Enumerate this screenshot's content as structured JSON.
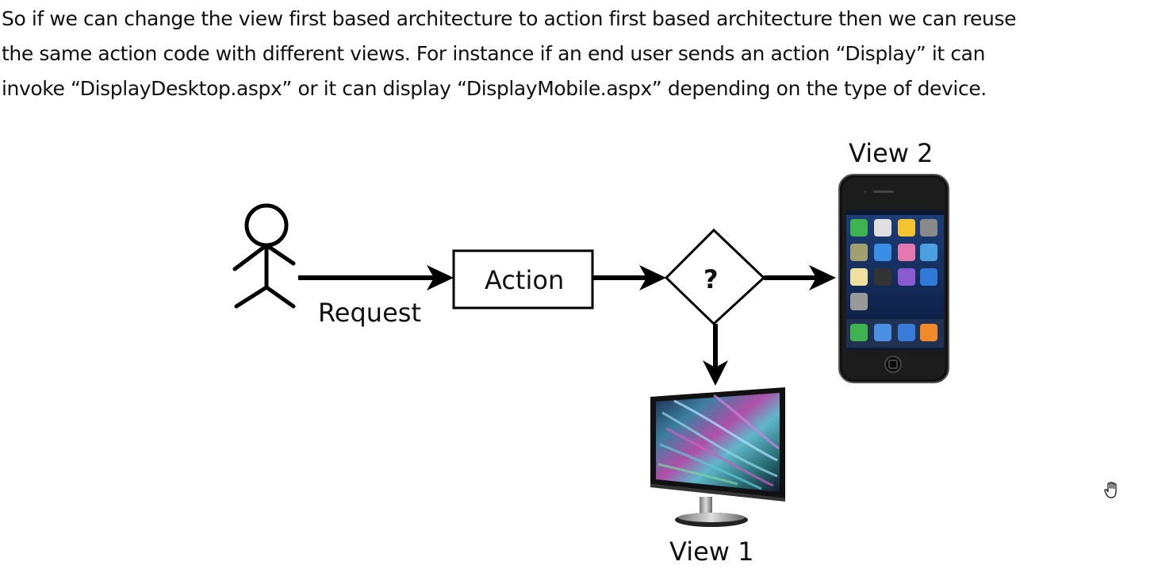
{
  "paragraph": {
    "line1": "So if we can change the view first based architecture to action first based architecture then we can reuse",
    "line2": "the same action code with different views. For instance if an end user sends an action “Display” it can",
    "line3": "invoke “DisplayDesktop.aspx” or it can display “DisplayMobile.aspx” depending on the type of device."
  },
  "diagram": {
    "request_label": "Request",
    "action_label": "Action",
    "decision_label": "?",
    "view1_label": "View 1",
    "view2_label": "View 2"
  },
  "icons": {
    "user": "stick-figure-icon",
    "view1": "desktop-monitor-icon",
    "view2": "smartphone-icon",
    "cursor": "hand-cursor-icon"
  }
}
